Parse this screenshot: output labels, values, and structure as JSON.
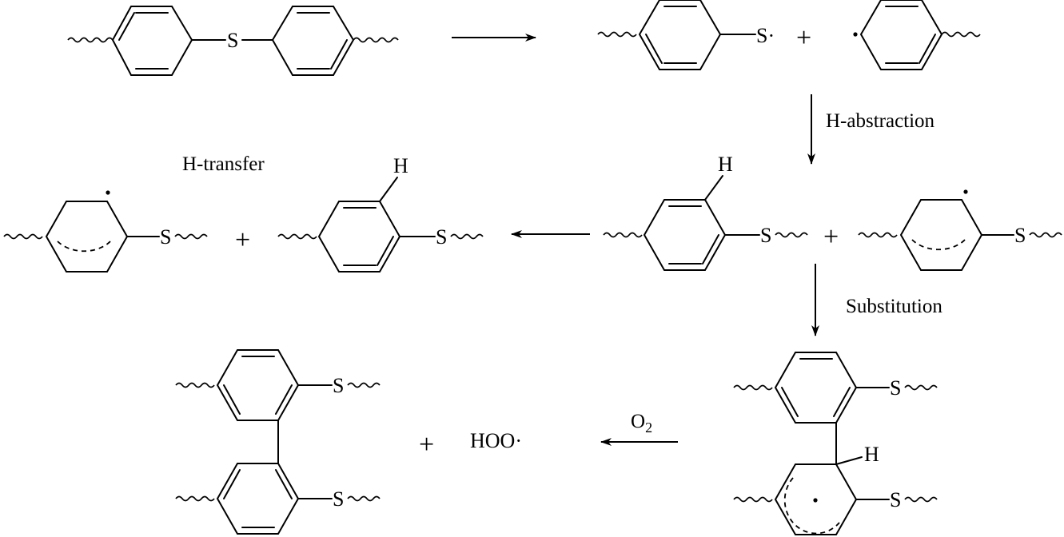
{
  "labels": {
    "h_abstraction": "H-abstraction",
    "h_transfer": "H-transfer",
    "substitution": "Substitution",
    "o2": "O",
    "o2_sub": "2"
  },
  "atoms": {
    "s": "S",
    "s_radical": "S·",
    "h": "H",
    "hoo_radical": "HOO·"
  },
  "symbols": {
    "plus": "+"
  }
}
